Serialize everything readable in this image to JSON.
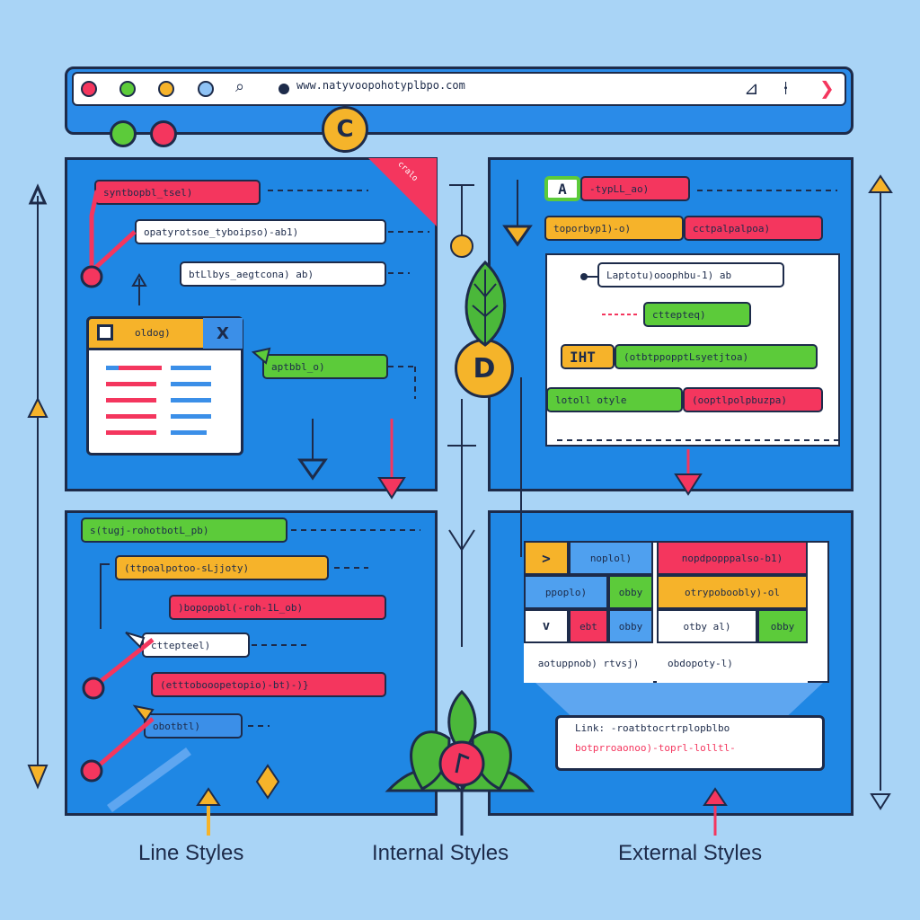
{
  "browser": {
    "url": "www.natyvoopohotyplbpo.com",
    "bookmark_badge": "C"
  },
  "panel_top_left": {
    "corner_tag": "cralo",
    "tags": [
      "syntbopbl_tsel)",
      "opatyrotsoe_tyboipso)-ab1)",
      "btLlbys_aegtcona) ab)",
      "aptbbl_o)"
    ],
    "window_title": "oldog)",
    "window_close": "X"
  },
  "panel_top_right": {
    "head_tag": "-typLL_ao)",
    "head_icon": "A",
    "row1": [
      "toporbyp1)-o)",
      "cctpalpalpoa)"
    ],
    "row2": "Laptotu)ooophbu-1) ab",
    "row3": "cttepteq)",
    "row4": [
      "IHT",
      "(otbtppopptLsyetjtoa)"
    ],
    "row5": [
      "lotoll otyle",
      "(ooptlpolpbuzpa)"
    ]
  },
  "center": {
    "badge": "D"
  },
  "panel_bottom_left": {
    "tags": [
      "s(tugj-rohotbotL_pb)",
      "(ttpoalpotoo-sLjjoty)",
      ")bopopobl(-roh-1L_ob)",
      "cttepteel)",
      "(etttobooopetopio)-bt)-)}",
      "obotbtl)"
    ]
  },
  "panel_bottom_right": {
    "table": [
      [
        ">",
        "noplol)",
        "nopdpopppalso-b1)"
      ],
      [
        "ppoplo)",
        "obby",
        "otrypoboobly)-ol"
      ],
      [
        "v",
        "ebt",
        "obby",
        "otby al)",
        "obby"
      ],
      [
        "aotuppnob) rtvsj)",
        "obdopoty-l)"
      ]
    ],
    "note": [
      "Link: -roatbtocrtrplopblbo",
      "botprroaonoo)-toprl-lolltl-"
    ]
  },
  "footer": {
    "labels": [
      "Line Styles",
      "Internal Styles",
      "External Styles"
    ]
  },
  "colors": {
    "background": "#a9d4f6",
    "panel": "#1f87e4",
    "red": "#f4365e",
    "green": "#5ccb3a",
    "yellow": "#f6b32a",
    "outline": "#1d2b4a"
  }
}
